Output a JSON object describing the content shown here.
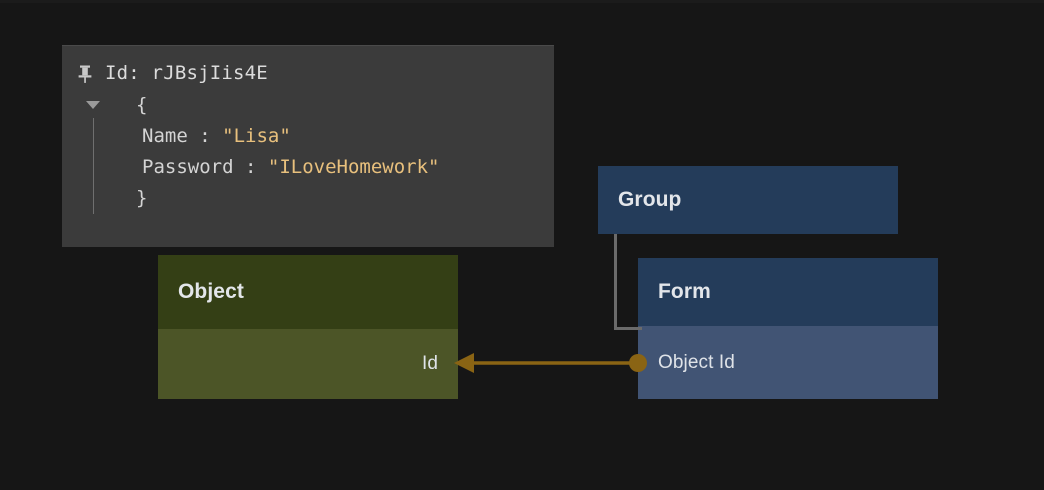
{
  "theme": {
    "page_background": "#161616",
    "tooltip_background": "#3b3b3b",
    "object_header_color": "#343f15",
    "object_field_color": "#4c5527",
    "group_header_color": "#243c5a",
    "form_header_color": "#243c5a",
    "form_field_color": "#415474",
    "link_color": "#8a6414",
    "elbow_color": "#6b6b6b",
    "string_value_color": "#e8c07d",
    "text_color": "#dfe3e8"
  },
  "tooltip": {
    "pin_icon": "pin-icon",
    "id_label": "Id: rJBsjIis4E",
    "caret_icon": "caret-down-icon",
    "open_brace": "{",
    "close_brace": "}",
    "properties": [
      {
        "key": "Name",
        "separator": ":",
        "value": "\"Lisa\""
      },
      {
        "key": "Password",
        "separator": ":",
        "value": "\"ILoveHomework\""
      }
    ]
  },
  "nodes": {
    "object": {
      "title": "Object",
      "fields": [
        {
          "label": "Id"
        }
      ]
    },
    "group": {
      "title": "Group",
      "fields": []
    },
    "form": {
      "title": "Form",
      "fields": [
        {
          "label": "Object Id"
        }
      ]
    }
  },
  "connectors": {
    "group_to_form": {
      "type": "elbow",
      "from": "group",
      "to": "form"
    },
    "form_object_id_to_object_id": {
      "type": "arrow",
      "from": "form.Object Id",
      "to": "object.Id",
      "source_marker": "filled-circle",
      "target_marker": "arrowhead"
    }
  }
}
